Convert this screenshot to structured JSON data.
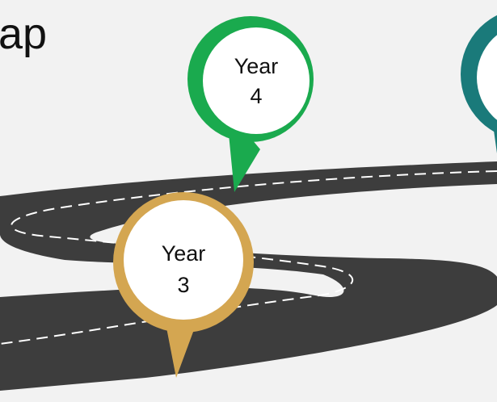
{
  "slide": {
    "title_fragment": "ap"
  },
  "milestones": [
    {
      "label_line1": "Year",
      "label_line2": "4",
      "color": "#1aaa4e"
    },
    {
      "label_line1": "Year",
      "label_line2": "3",
      "color": "#d4a651"
    },
    {
      "label_line1": "",
      "label_line2": "",
      "color": "#1a7a7a"
    }
  ],
  "colors": {
    "background": "#f2f2f2",
    "road": "#3d3d3d",
    "lane_marking": "#ffffff",
    "pin_inner": "#ffffff"
  }
}
